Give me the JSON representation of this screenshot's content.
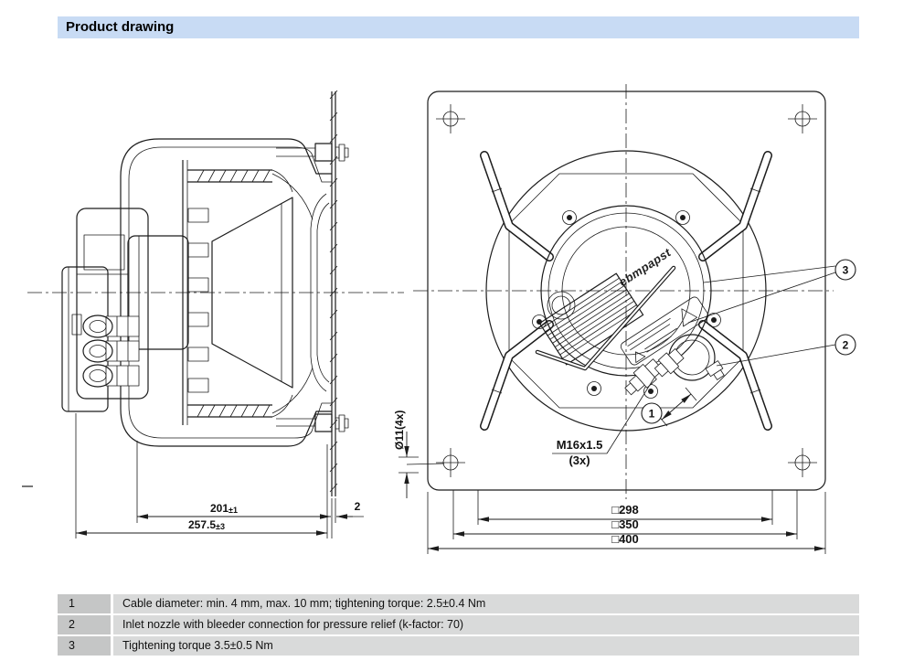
{
  "header": {
    "title": "Product drawing"
  },
  "side_view": {
    "dim_depth": {
      "value": "201",
      "tol": "±1"
    },
    "dim_total_depth": {
      "value": "257.5",
      "tol": "±3"
    },
    "dim_plate_thickness": "2",
    "dim_mounting_holes": "Ø11(4x)"
  },
  "front_view": {
    "logo": "ebmpapst",
    "thread_label": "M16x1.5",
    "thread_count": "(3x)",
    "dim_inner_square": "□298",
    "dim_mid_square": "□350",
    "dim_outer_square": "□400",
    "callout_1": "1",
    "callout_2": "2",
    "callout_3": "3"
  },
  "notes": [
    {
      "num": "1",
      "text": "Cable diameter: min. 4 mm, max. 10 mm; tightening torque: 2.5±0.4 Nm"
    },
    {
      "num": "2",
      "text": "Inlet nozzle with bleeder connection for pressure relief (k-factor: 70)"
    },
    {
      "num": "3",
      "text": "Tightening torque 3.5±0.5 Nm"
    }
  ]
}
